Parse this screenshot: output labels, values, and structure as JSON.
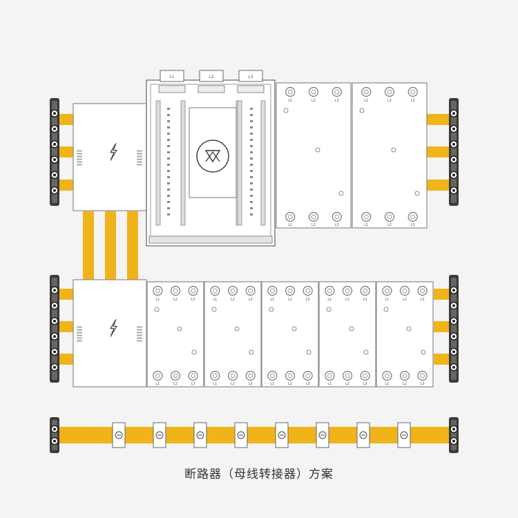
{
  "caption": "断路器（母线转接器）方案",
  "colors": {
    "bus": "#f0b31a",
    "line": "#8a8a8a",
    "panel": "#ffffff",
    "bg": "#f4f4f4",
    "dark": "#2b2b2b"
  },
  "icons": [
    "lightning-icon",
    "breaker-symbol-icon",
    "terminal-clamp-icon"
  ],
  "upper_row": {
    "feed_module": {
      "icon": "lightning-icon"
    },
    "main_breaker": {
      "terminal_labels": [
        "L1",
        "L2",
        "L3"
      ],
      "symbol": "breaker-symbol-icon"
    },
    "breakers": [
      {
        "top_terminals": [
          "L1",
          "L2",
          "L3"
        ],
        "bottom_terminals": [
          "L1",
          "L2",
          "L3"
        ]
      },
      {
        "top_terminals": [
          "L1",
          "L2",
          "L3"
        ],
        "bottom_terminals": [
          "L1",
          "L2",
          "L3"
        ]
      }
    ]
  },
  "lower_row": {
    "feed_module": {
      "icon": "lightning-icon"
    },
    "breakers": [
      {
        "top_terminals": [
          "L1",
          "L2",
          "L3"
        ],
        "bottom_terminals": [
          "L1",
          "L2",
          "L3"
        ]
      },
      {
        "top_terminals": [
          "L1",
          "L2",
          "L3"
        ],
        "bottom_terminals": [
          "L1",
          "L2",
          "L3"
        ]
      },
      {
        "top_terminals": [
          "L1",
          "L2",
          "L3"
        ],
        "bottom_terminals": [
          "L1",
          "L2",
          "L3"
        ]
      },
      {
        "top_terminals": [
          "L1",
          "L2",
          "L3"
        ],
        "bottom_terminals": [
          "L1",
          "L2",
          "L3"
        ]
      },
      {
        "top_terminals": [
          "L1",
          "L2",
          "L3"
        ],
        "bottom_terminals": [
          "L1",
          "L2",
          "L3"
        ]
      }
    ]
  },
  "bus_bar": {
    "clamp_count": 8
  }
}
